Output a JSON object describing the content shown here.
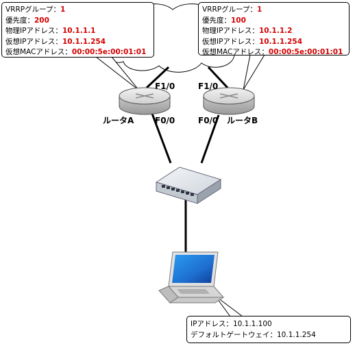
{
  "router_a": {
    "name": "ルータA",
    "if_top": "F1/0",
    "if_bottom": "F0/0",
    "info": [
      {
        "label": "VRRPグループ：",
        "value": "1"
      },
      {
        "label": "優先度：",
        "value": "200"
      },
      {
        "label": "物理IPアドレス：",
        "value": "10.1.1.1"
      },
      {
        "label": "仮想IPアドレス：",
        "value": "10.1.1.254"
      },
      {
        "label": "仮想MACアドレス：",
        "value": "00:00:5e:00:01:01"
      }
    ]
  },
  "router_b": {
    "name": "ルータB",
    "if_top": "F1/0",
    "if_bottom": "F0/0",
    "info": [
      {
        "label": "VRRPグループ：",
        "value": "1"
      },
      {
        "label": "優先度：",
        "value": "100"
      },
      {
        "label": "物理IPアドレス：",
        "value": "10.1.1.2"
      },
      {
        "label": "仮想IPアドレス：",
        "value": "10.1.1.254"
      },
      {
        "label": "仮想MACアドレス：",
        "value": "00:00:5e:00:01:01"
      }
    ]
  },
  "pc": {
    "info": [
      {
        "label": "IPアドレス：",
        "value": "10.1.1.100"
      },
      {
        "label": "デフォルトゲートウェイ：",
        "value": "10.1.1.254"
      }
    ]
  },
  "colors": {
    "highlight": "#d40000",
    "router_body": "#d4d4d4",
    "switch_body": "#dfe3e8"
  }
}
